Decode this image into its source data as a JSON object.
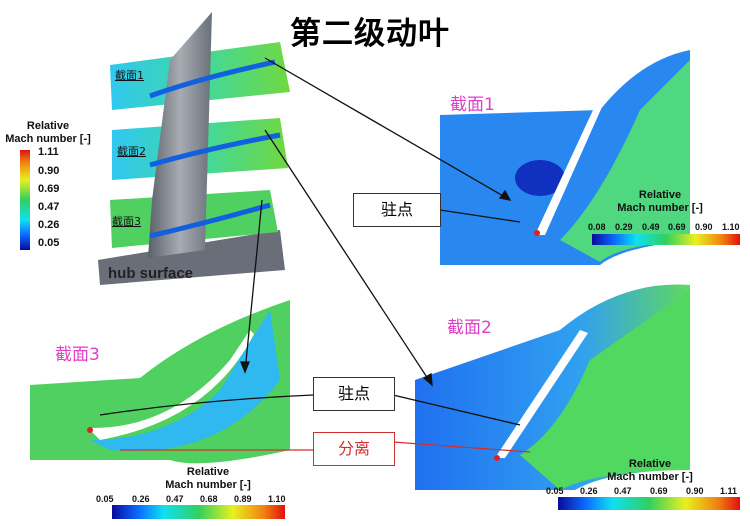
{
  "title": "第二级动叶",
  "sections_3d": [
    "截面1",
    "截面2",
    "截面3"
  ],
  "hub_label": "hub surface",
  "left_legend": {
    "title_line1": "Relative",
    "title_line2": "Mach number [-]",
    "ticks": [
      "1.11",
      "0.90",
      "0.69",
      "0.47",
      "0.26",
      "0.05"
    ]
  },
  "panel1": {
    "label": "截面1",
    "title_line1": "Relative",
    "title_line2": "Mach number [-]",
    "ticks": [
      "0.08",
      "0.29",
      "0.49",
      "0.69",
      "0.90",
      "1.10"
    ]
  },
  "panel2": {
    "label": "截面2",
    "title_line1": "Relative",
    "title_line2": "Mach number [-]",
    "ticks": [
      "0.05",
      "0.26",
      "0.47",
      "0.69",
      "0.90",
      "1.11"
    ]
  },
  "panel3": {
    "label": "截面3",
    "title_line1": "Relative",
    "title_line2": "Mach number [-]",
    "ticks": [
      "0.05",
      "0.26",
      "0.47",
      "0.68",
      "0.89",
      "1.10"
    ]
  },
  "callouts": {
    "stagnation_1": "驻点",
    "stagnation_2": "驻点",
    "separation": "分离"
  },
  "colors": {
    "section_label": "#e040c8",
    "separation": "#d03030"
  }
}
